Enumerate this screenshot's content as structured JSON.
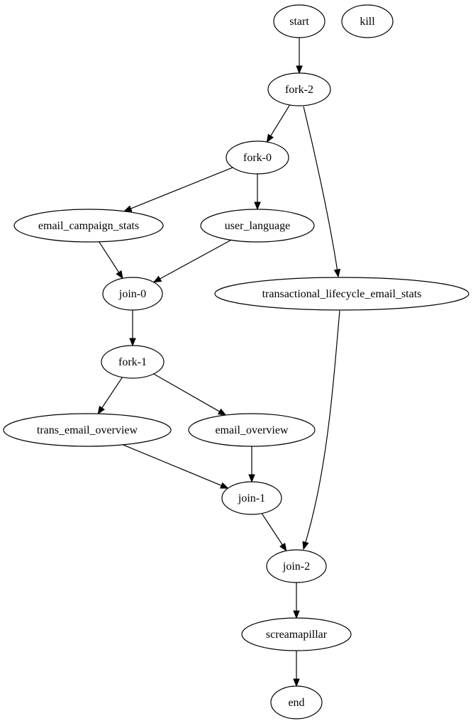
{
  "graph": {
    "nodes": [
      {
        "id": "start",
        "label": "start"
      },
      {
        "id": "kill",
        "label": "kill"
      },
      {
        "id": "fork-2",
        "label": "fork-2"
      },
      {
        "id": "fork-0",
        "label": "fork-0"
      },
      {
        "id": "email_campaign_stats",
        "label": "email_campaign_stats"
      },
      {
        "id": "user_language",
        "label": "user_language"
      },
      {
        "id": "transactional_lifecycle_email_stats",
        "label": "transactional_lifecycle_email_stats"
      },
      {
        "id": "join-0",
        "label": "join-0"
      },
      {
        "id": "fork-1",
        "label": "fork-1"
      },
      {
        "id": "trans_email_overview",
        "label": "trans_email_overview"
      },
      {
        "id": "email_overview",
        "label": "email_overview"
      },
      {
        "id": "join-1",
        "label": "join-1"
      },
      {
        "id": "join-2",
        "label": "join-2"
      },
      {
        "id": "screamapillar",
        "label": "screamapillar"
      },
      {
        "id": "end",
        "label": "end"
      }
    ],
    "edges": [
      {
        "from": "start",
        "to": "fork-2"
      },
      {
        "from": "fork-2",
        "to": "fork-0"
      },
      {
        "from": "fork-2",
        "to": "transactional_lifecycle_email_stats"
      },
      {
        "from": "fork-0",
        "to": "email_campaign_stats"
      },
      {
        "from": "fork-0",
        "to": "user_language"
      },
      {
        "from": "email_campaign_stats",
        "to": "join-0"
      },
      {
        "from": "user_language",
        "to": "join-0"
      },
      {
        "from": "join-0",
        "to": "fork-1"
      },
      {
        "from": "fork-1",
        "to": "trans_email_overview"
      },
      {
        "from": "fork-1",
        "to": "email_overview"
      },
      {
        "from": "trans_email_overview",
        "to": "join-1"
      },
      {
        "from": "email_overview",
        "to": "join-1"
      },
      {
        "from": "join-1",
        "to": "join-2"
      },
      {
        "from": "transactional_lifecycle_email_stats",
        "to": "join-2"
      },
      {
        "from": "join-2",
        "to": "screamapillar"
      },
      {
        "from": "screamapillar",
        "to": "end"
      }
    ]
  }
}
